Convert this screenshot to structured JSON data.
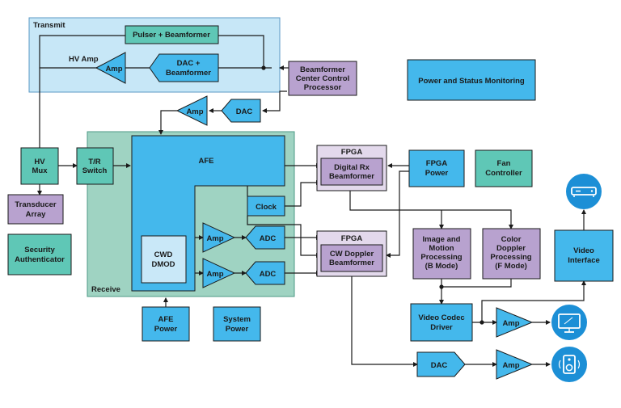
{
  "colors": {
    "transmit_bg": "#c7e7f7",
    "receive_bg": "#9fd3c2",
    "blue_block": "#44b8ec",
    "teal_block": "#5fc7b6",
    "purple_block": "#b8a2cf",
    "fpga_bg": "#e3d9ec",
    "line": "#1a1a1a",
    "icon_circle": "#1c8fd6"
  },
  "groups": {
    "transmit": "Transmit",
    "receive": "Receive"
  },
  "labels": {
    "hv_amp": "HV Amp"
  },
  "blocks": {
    "pulser": [
      "Pulser + Beamformer"
    ],
    "tx_amp": [
      "Amp"
    ],
    "tx_dac": [
      "DAC +",
      "Beamformer"
    ],
    "bccp": [
      "Beamformer",
      "Center Control",
      "Processor"
    ],
    "psm": [
      "Power and Status Monitoring"
    ],
    "amp_top": [
      "Amp"
    ],
    "dac_top": [
      "DAC"
    ],
    "hv_mux": [
      "HV",
      "Mux"
    ],
    "tr_switch": [
      "T/R",
      "Switch"
    ],
    "afe": [
      "AFE"
    ],
    "clock": [
      "Clock"
    ],
    "cwd": [
      "CWD",
      "DMOD"
    ],
    "amp1": [
      "Amp"
    ],
    "adc1": [
      "ADC"
    ],
    "amp2": [
      "Amp"
    ],
    "adc2": [
      "ADC"
    ],
    "transducer": [
      "Transducer",
      "Array"
    ],
    "security": [
      "Security",
      "Authenticator"
    ],
    "fpga1": [
      "FPGA"
    ],
    "digital_rx": [
      "Digital Rx",
      "Beamformer"
    ],
    "fpga2": [
      "FPGA"
    ],
    "cw_doppler": [
      "CW Doppler",
      "Beamformer"
    ],
    "fpga_power": [
      "FPGA",
      "Power"
    ],
    "fan": [
      "Fan",
      "Controller"
    ],
    "image_motion": [
      "Image and",
      "Motion",
      "Processing",
      "(B Mode)"
    ],
    "color_doppler": [
      "Color",
      "Doppler",
      "Processing",
      "(F Mode)"
    ],
    "video_iface": [
      "Video",
      "Interface"
    ],
    "afe_power": [
      "AFE",
      "Power"
    ],
    "sys_power": [
      "System",
      "Power"
    ],
    "codec": [
      "Video Codec",
      "Driver"
    ],
    "amp_v": [
      "Amp"
    ],
    "dac_b": [
      "DAC"
    ],
    "amp_b": [
      "Amp"
    ]
  },
  "icons": {
    "recorder": "video-recorder-icon",
    "monitor": "monitor-icon",
    "speaker": "speaker-icon"
  }
}
